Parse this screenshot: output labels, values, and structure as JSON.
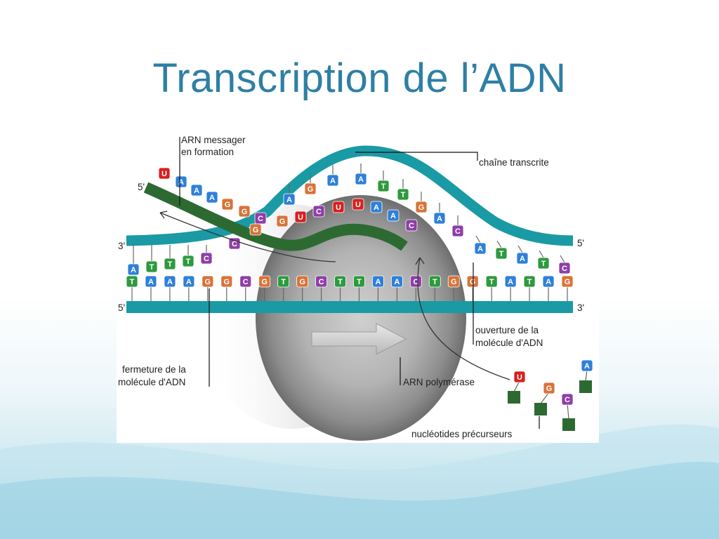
{
  "title": "Transcription de l’ADN",
  "labels": {
    "mrna_1": "ARN messager",
    "mrna_2": "en formation",
    "template": "chaîne transcrite",
    "opening_1": "ouverture de la",
    "opening_2": "molécule d'ADN",
    "closing_1": "fermeture de la",
    "closing_2": "molécule d'ADN",
    "polymerase": "ARN polymérase",
    "precursors": "nucléotides précurseurs"
  },
  "ends": {
    "rna_5": "5'",
    "top_left_3": "3'",
    "top_right_5": "5'",
    "bottom_left_5": "5'",
    "bottom_right_3": "3'"
  },
  "colors": {
    "A": "#2f80d8",
    "T": "#2e9a3e",
    "G": "#d9733a",
    "C": "#8e3fa8",
    "U": "#d81f1f",
    "strand": "#1a9aa5",
    "rna": "#2d6a32"
  },
  "bottom_sequence": [
    "T",
    "A",
    "A",
    "A",
    "G",
    "G",
    "C",
    "G",
    "T",
    "G",
    "C",
    "T",
    "T",
    "A",
    "A",
    "C",
    "T",
    "G",
    "G",
    "T",
    "A",
    "T",
    "A",
    "G"
  ],
  "top_left_sequence": [
    "A",
    "T",
    "T",
    "T",
    "C"
  ],
  "top_right_sequence": [
    "A",
    "T",
    "A",
    "T",
    "C"
  ],
  "arch_sequence": [
    "A",
    "G",
    "A",
    "A",
    "T",
    "T",
    "G",
    "A",
    "C"
  ],
  "rna_sequence": [
    "U",
    "A",
    "A",
    "A",
    "G",
    "G",
    "C",
    "G",
    "U",
    "C",
    "U",
    "U",
    "A",
    "A",
    "C"
  ],
  "free_nucleotides": [
    "U",
    "G",
    "C",
    "A"
  ]
}
